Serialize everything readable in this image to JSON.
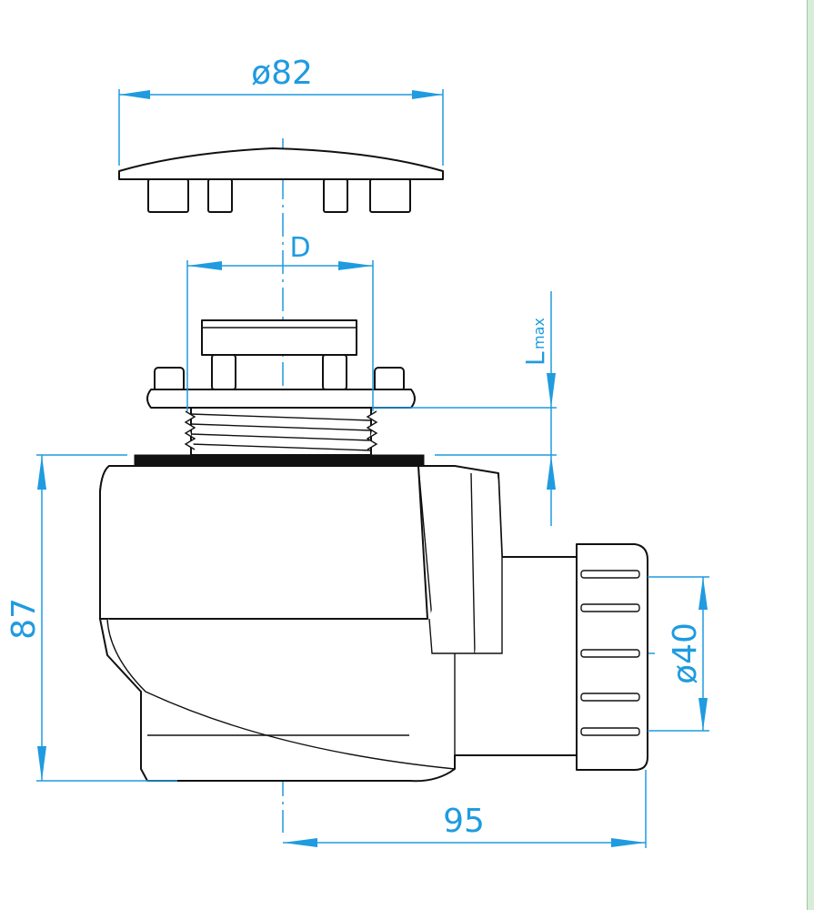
{
  "dimensions": {
    "cap_diameter": "ø82",
    "thread_diameter": "D",
    "length_max_base": "L",
    "length_max_sub": "max",
    "outlet_diameter": "ø40",
    "height": "87",
    "width": "95"
  },
  "colors": {
    "dimension": "#1f9be0",
    "outline": "#111111",
    "background": "#ffffff"
  }
}
